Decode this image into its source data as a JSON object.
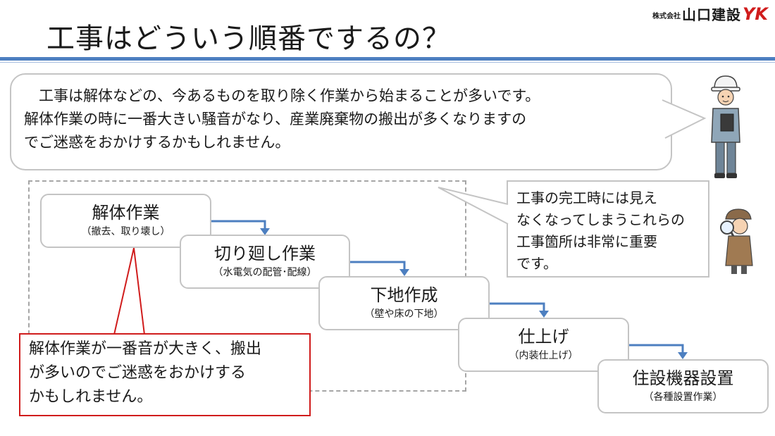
{
  "header": {
    "title": "工事はどういう順番でするの？",
    "logo_corp": "株式会社",
    "logo_name": "山口建設",
    "logo_mark": "YK"
  },
  "speech": {
    "lines": [
      "　工事は解体などの、今あるものを取り除く作業から始まることが多いです。",
      "解体作業の時に一番大きい騒音がなり、産業廃棄物の搬出が多くなりますの",
      "でご迷惑をおかけするかもしれません。"
    ]
  },
  "note": {
    "lines": [
      "工事の完工時には見え",
      "なくなってしまうこれらの",
      "工事箇所は非常に重要",
      "です。"
    ]
  },
  "steps": [
    {
      "title": "解体作業",
      "sub": "（撤去、取り壊し）"
    },
    {
      "title": "切り廻し作業",
      "sub": "（水電気の配管･配線）"
    },
    {
      "title": "下地作成",
      "sub": "（壁や床の下地）"
    },
    {
      "title": "仕上げ",
      "sub": "（内装仕上げ）"
    },
    {
      "title": "住設機器設置",
      "sub": "（各種設置作業）"
    }
  ],
  "callout": {
    "lines": [
      "解体作業が一番音が大きく、搬出",
      "が多いのでご迷惑をおかけする",
      "かもしれません。"
    ]
  },
  "colors": {
    "accent_blue": "#4d7fc0",
    "callout_red": "#d01c1c",
    "border_gray": "#c4c4c4"
  }
}
